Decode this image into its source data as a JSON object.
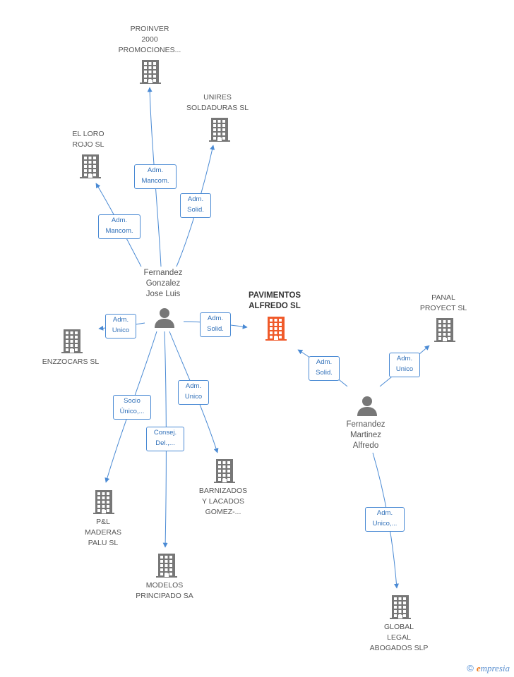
{
  "colors": {
    "edge": "#4a8ad4",
    "icon_gray": "#777777",
    "icon_focus": "#f05a2a",
    "label": "#555555",
    "rel_text": "#2f6fb8"
  },
  "nodes": {
    "proinver": {
      "lines": [
        "PROINVER",
        "2000",
        "PROMOCIONES..."
      ],
      "icon": "building-icon"
    },
    "unires": {
      "lines": [
        "UNIRES",
        "SOLDADURAS SL"
      ],
      "icon": "building-icon"
    },
    "el_loro": {
      "lines": [
        "EL LORO",
        "ROJO SL"
      ],
      "icon": "building-icon"
    },
    "fernandez_jose": {
      "lines": [
        "Fernandez",
        "Gonzalez",
        "Jose Luis"
      ],
      "icon": "person-icon"
    },
    "pavimentos": {
      "lines": [
        "PAVIMENTOS",
        "ALFREDO SL"
      ],
      "icon": "building-icon"
    },
    "panal": {
      "lines": [
        "PANAL",
        "PROYECT  SL"
      ],
      "icon": "building-icon"
    },
    "enzzocars": {
      "lines": [
        "ENZZOCARS SL"
      ],
      "icon": "building-icon"
    },
    "fernandez_alfredo": {
      "lines": [
        "Fernandez",
        "Martinez",
        "Alfredo"
      ],
      "icon": "person-icon"
    },
    "barnizados": {
      "lines": [
        "BARNIZADOS",
        "Y LACADOS",
        "GOMEZ-..."
      ],
      "icon": "building-icon"
    },
    "pl_maderas": {
      "lines": [
        "P&L",
        "MADERAS",
        "PALU SL"
      ],
      "icon": "building-icon"
    },
    "modelos": {
      "lines": [
        "MODELOS",
        "PRINCIPADO SA"
      ],
      "icon": "building-icon"
    },
    "global_legal": {
      "lines": [
        "GLOBAL",
        "LEGAL",
        "ABOGADOS SLP"
      ],
      "icon": "building-icon"
    }
  },
  "relations": {
    "r_proinver": [
      "Adm.",
      "Mancom."
    ],
    "r_el_loro": [
      "Adm.",
      "Mancom."
    ],
    "r_unires": [
      "Adm.",
      "Solid."
    ],
    "r_enzzocars": [
      "Adm.",
      "Unico"
    ],
    "r_pavimentos_jl": [
      "Adm.",
      "Solid."
    ],
    "r_pl": [
      "Socio",
      "Único,..."
    ],
    "r_modelos": [
      "Consej.",
      "Del.,..."
    ],
    "r_barnizados": [
      "Adm.",
      "Unico"
    ],
    "r_pavimentos_fa": [
      "Adm.",
      "Solid."
    ],
    "r_panal": [
      "Adm.",
      "Unico"
    ],
    "r_global": [
      "Adm.",
      "Unico,..."
    ]
  },
  "footer": {
    "copyright": "©",
    "brand_initial": "e",
    "brand_rest": "mpresia"
  }
}
